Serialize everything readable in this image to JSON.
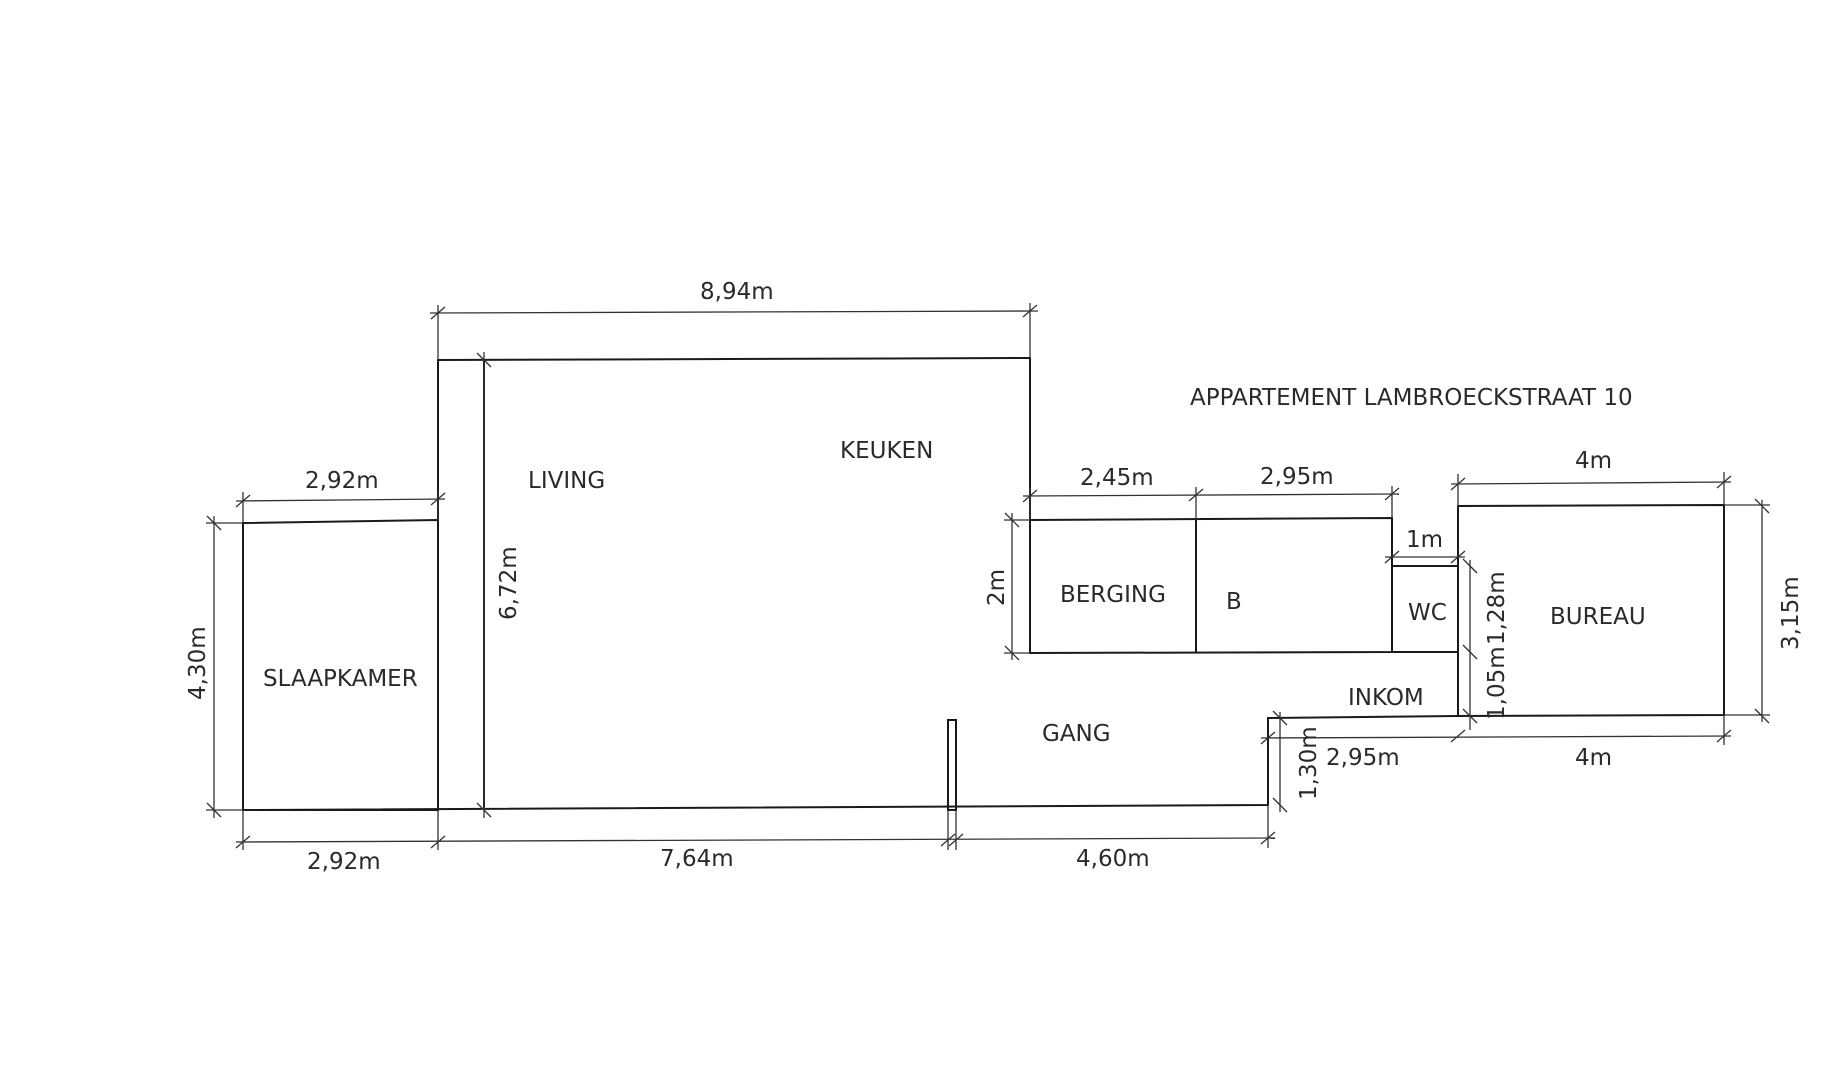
{
  "title": "APPARTEMENT LAMBROECKSTRAAT 10",
  "rooms": {
    "slaapkamer": "SLAAPKAMER",
    "living": "LIVING",
    "keuken": "KEUKEN",
    "berging": "BERGING",
    "badkamer_partial": "B",
    "wc": "WC",
    "bureau": "BUREAU",
    "gang": "GANG",
    "inkom": "INKOM"
  },
  "dimensions": {
    "overall_top": "8,94m",
    "slaapkamer_top": "2,92m",
    "slaapkamer_bottom": "2,92m",
    "slaapkamer_height": "4,30m",
    "living_height": "6,72m",
    "living_bottom": "7,64m",
    "gang_bottom": "4,60m",
    "berging_width": "2,45m",
    "badkamer_width": "2,95m",
    "berging_height": "2m",
    "wc_width": "1m",
    "wc_height": "1,28m",
    "inkom_height": "1,05m",
    "gang_step": "1,30m",
    "inkom_width": "2,95m",
    "bureau_top": "4m",
    "bureau_bottom": "4m",
    "bureau_height": "3,15m"
  },
  "colors": {
    "line": "#1a1a1a",
    "text": "#2a2a2a",
    "background": "#ffffff"
  }
}
